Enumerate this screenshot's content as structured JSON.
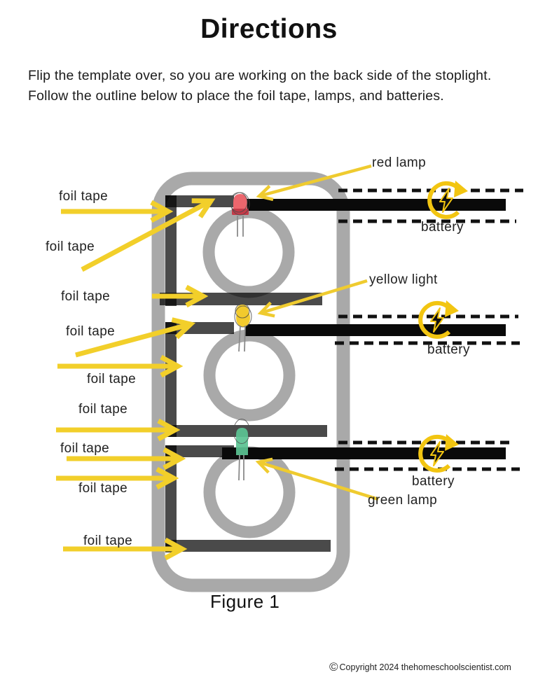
{
  "header": {
    "title": "Directions"
  },
  "intro": {
    "text": "Flip the template over, so you are working on the back side of the stoplight. Follow the outline below to place the foil tape, lamps, and batteries."
  },
  "diagram": {
    "foil_tape_label": "foil tape",
    "red_lamp_label": "red lamp",
    "yellow_light_label": "yellow light",
    "green_lamp_label": "green lamp",
    "battery_label": "battery",
    "figure_caption": "Figure 1",
    "icons": {
      "battery_icon": "circular-arrow-with-lightning-bolt"
    },
    "colors": {
      "arrow_yellow": "#F2CF2A",
      "battery_icon_yellow": "#F2C511",
      "foil_tape_gray": "#4A4A4A",
      "stoplight_outline_gray": "#A9A9A9",
      "battery_strip_black": "#0A0A0A",
      "red_led": "#EC666D",
      "yellow_led": "#F2CA2D",
      "green_led": "#5BC392"
    }
  },
  "footer": {
    "copyright_symbol": "©",
    "copyright_text": "Copyright 2024 thehomeschoolscientist.com"
  }
}
